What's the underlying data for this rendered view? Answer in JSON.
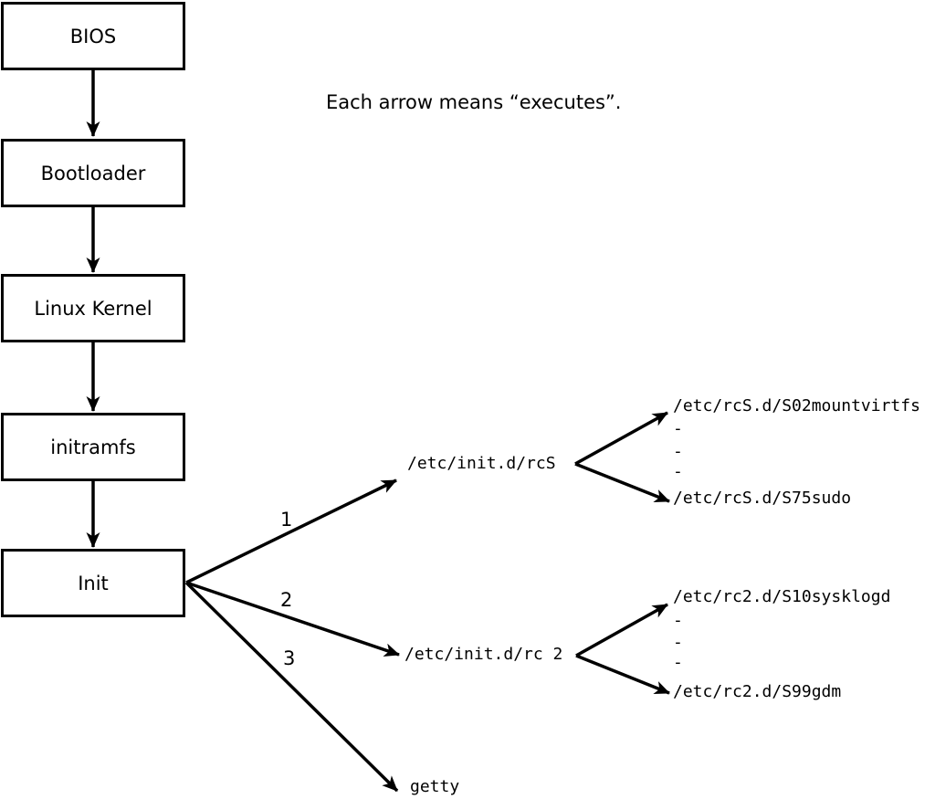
{
  "caption": "Each arrow means “executes”.",
  "boxes": [
    {
      "label": "BIOS"
    },
    {
      "label": "Bootloader"
    },
    {
      "label": "Linux Kernel"
    },
    {
      "label": "initramfs"
    },
    {
      "label": "Init"
    }
  ],
  "branch_numbers": [
    "1",
    "2",
    "3"
  ],
  "nodes": {
    "rcS": "/etc/init.d/rcS",
    "rc2": "/etc/init.d/rc 2",
    "getty": "getty",
    "rcS_children": [
      "/etc/rcS.d/S02mountvirtfs",
      "-",
      "-",
      "-",
      "/etc/rcS.d/S75sudo"
    ],
    "rc2_children": [
      "/etc/rc2.d/S10sysklogd",
      "-",
      "-",
      "-",
      "/etc/rc2.d/S99gdm"
    ]
  },
  "colors": {
    "line": "#000000",
    "background": "#ffffff",
    "box_fill": "#ffffff"
  }
}
